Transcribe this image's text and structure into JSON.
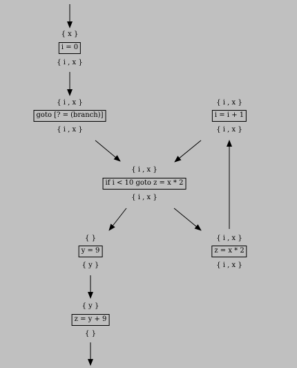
{
  "nodes": [
    {
      "id": "n1",
      "before": "{ x }",
      "stmt": "i = 0",
      "after": "{ i , x }"
    },
    {
      "id": "n2",
      "before": "{ i , x }",
      "stmt": "goto [? = (branch)]",
      "after": "{ i , x }"
    },
    {
      "id": "n3",
      "before": "{ i , x }",
      "stmt": "i = i + 1",
      "after": "{ i , x }"
    },
    {
      "id": "n4",
      "before": "{ i , x }",
      "stmt": "if i < 10 goto z = x * 2",
      "after": "{ i , x }"
    },
    {
      "id": "n5",
      "before": "{ }",
      "stmt": "y = 9",
      "after": "{ y }"
    },
    {
      "id": "n6",
      "before": "{ i , x }",
      "stmt": "z = x * 2",
      "after": "{ i , x }"
    },
    {
      "id": "n7",
      "before": "{ y }",
      "stmt": "z = y + 9",
      "after": "{ }"
    }
  ],
  "edges": [
    {
      "from": "entry",
      "to": "n1"
    },
    {
      "from": "n1",
      "to": "n2"
    },
    {
      "from": "n2",
      "to": "n4"
    },
    {
      "from": "n3",
      "to": "n4"
    },
    {
      "from": "n4",
      "to": "n5"
    },
    {
      "from": "n4",
      "to": "n6"
    },
    {
      "from": "n6",
      "to": "n3"
    },
    {
      "from": "n5",
      "to": "n7"
    },
    {
      "from": "n7",
      "to": "exit"
    }
  ]
}
